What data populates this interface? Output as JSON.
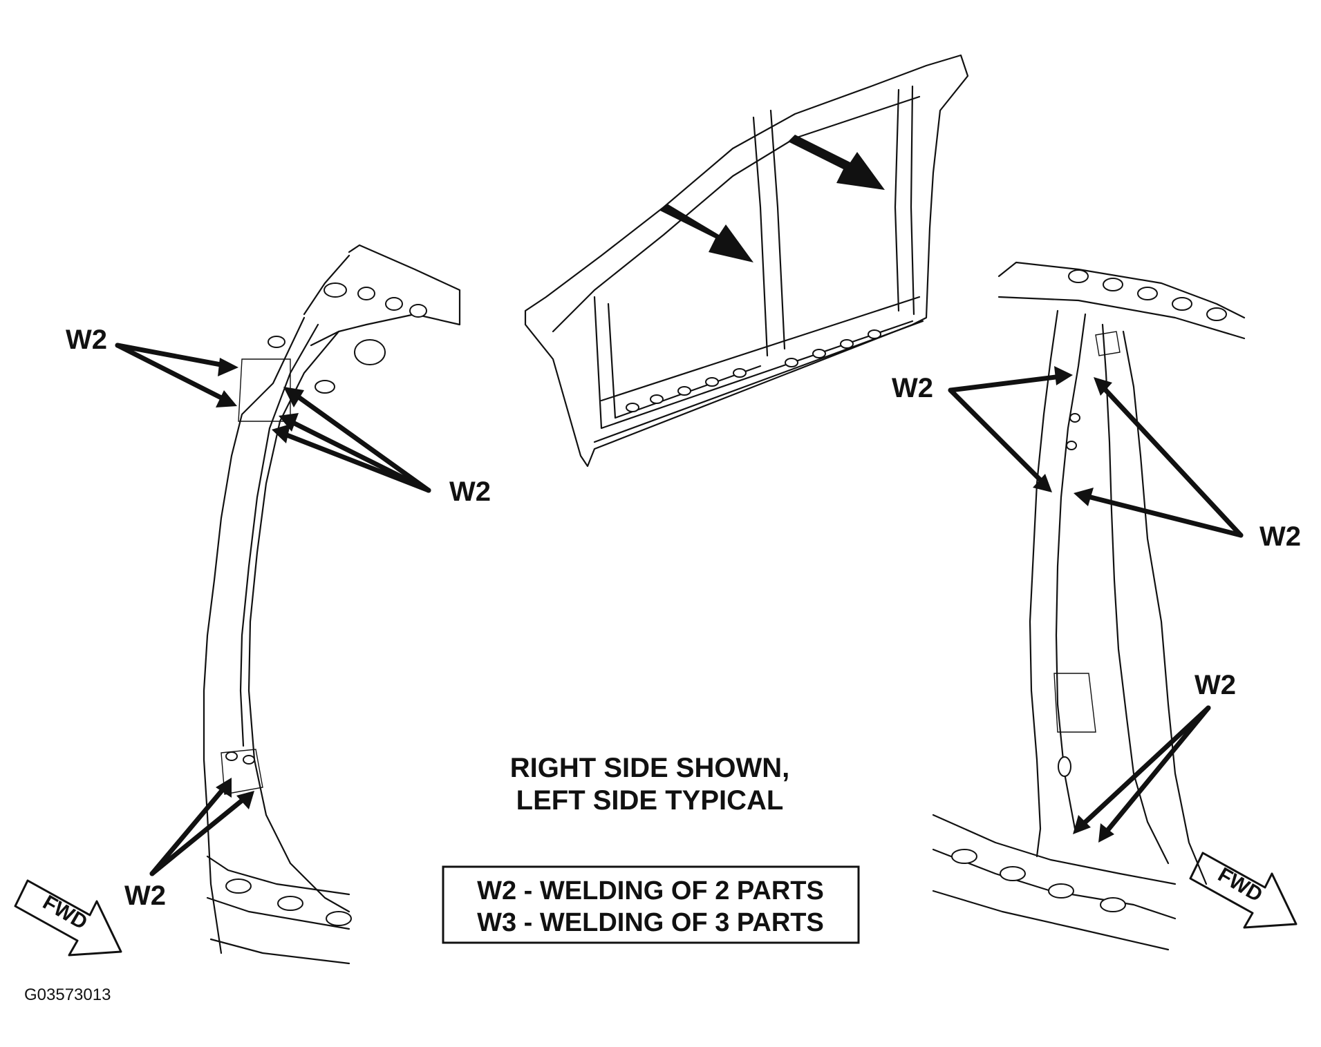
{
  "callouts": {
    "left_top_left": "W2",
    "left_top_right": "W2",
    "left_bottom": "W2",
    "right_top_left": "W2",
    "right_top_right": "W2",
    "right_bottom": "W2"
  },
  "caption": {
    "line1": "RIGHT SIDE SHOWN,",
    "line2": "LEFT SIDE TYPICAL"
  },
  "legend": {
    "line1": "W2 - WELDING OF 2 PARTS",
    "line2": "W3 - WELDING OF 3 PARTS"
  },
  "direction_labels": {
    "left": "FWD",
    "right": "FWD"
  },
  "figure_id": "G03573013"
}
